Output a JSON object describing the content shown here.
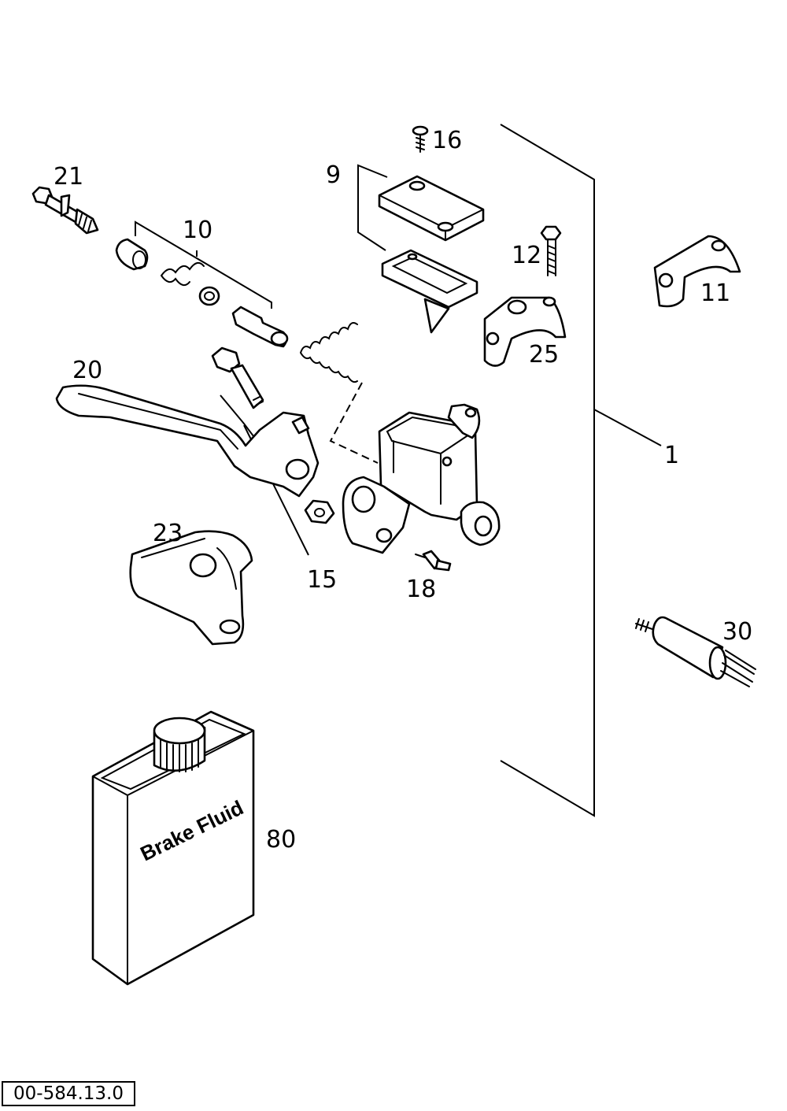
{
  "callouts": {
    "c1": "1",
    "c9": "9",
    "c10": "10",
    "c11": "11",
    "c12": "12",
    "c15": "15",
    "c16": "16",
    "c18": "18",
    "c20": "20",
    "c21": "21",
    "c23": "23",
    "c25": "25",
    "c30": "30",
    "c80": "80"
  },
  "container_label": "Brake Fluid",
  "drawing_number": "00-584.13.0"
}
